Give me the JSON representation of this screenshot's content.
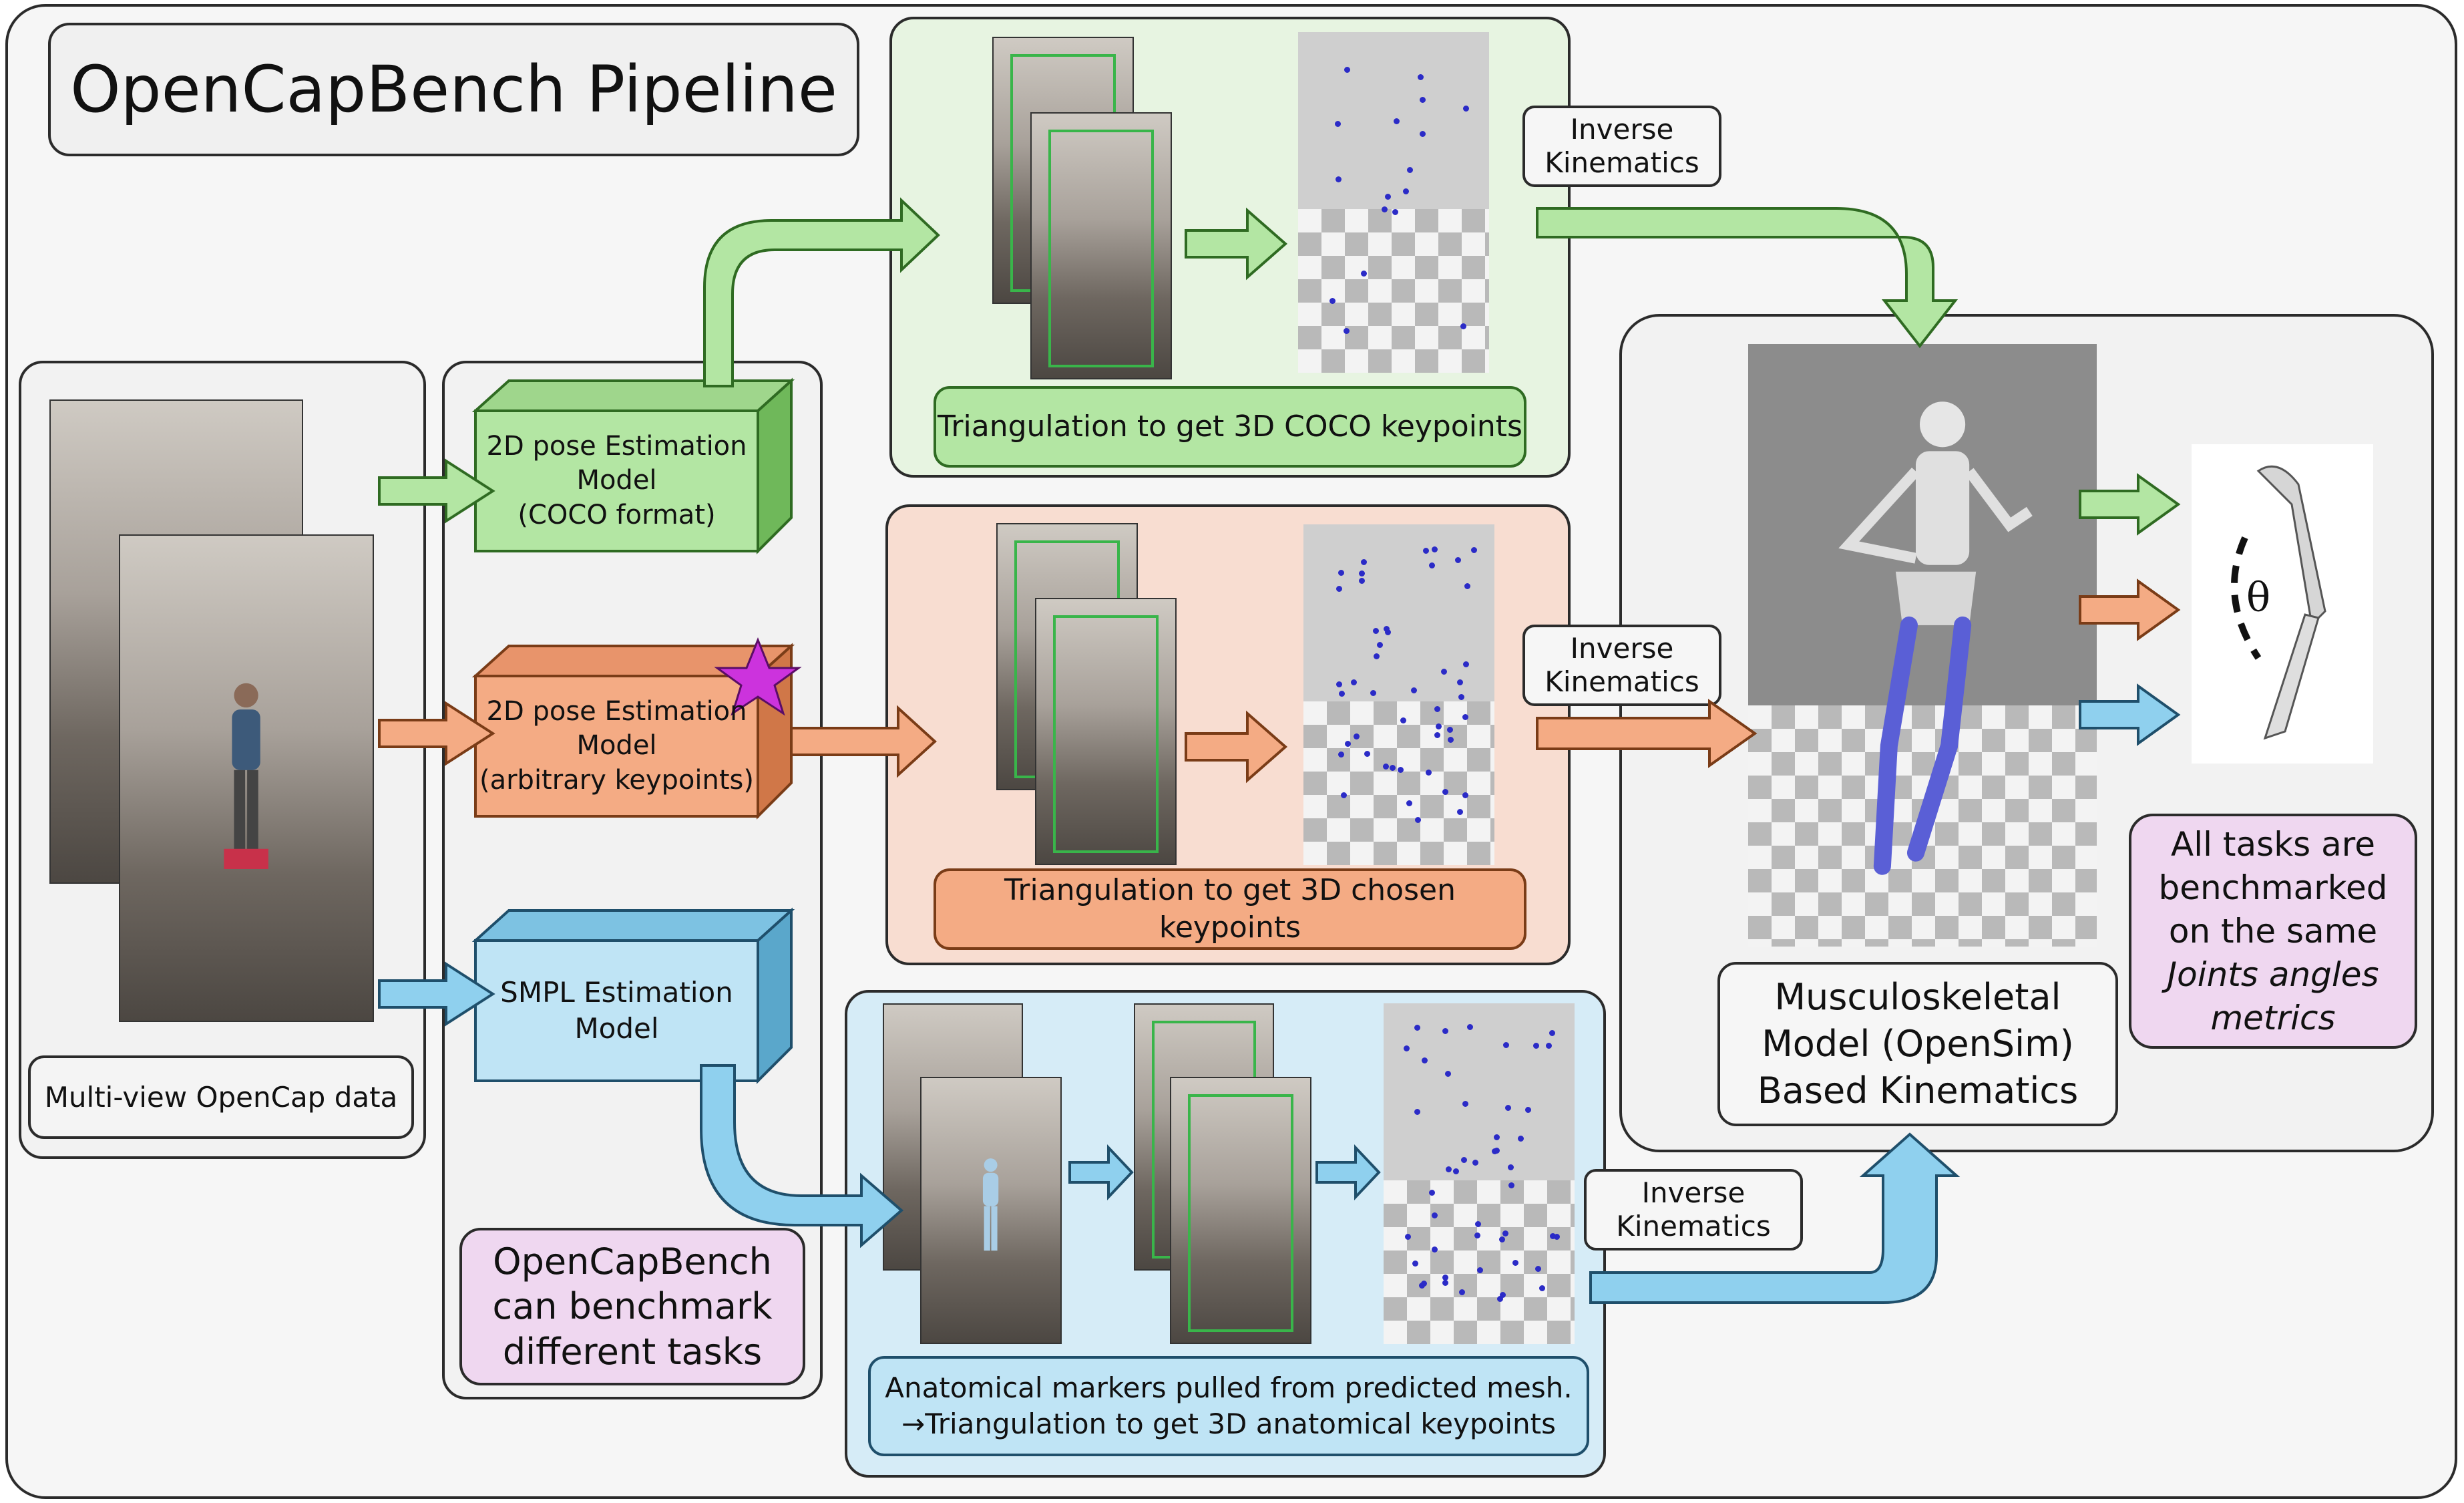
{
  "title": "OpenCapBench Pipeline",
  "colors": {
    "green_fill": "#b3e6a3",
    "green_stroke": "#2f6b22",
    "green_panel": "#e7f4e1",
    "orange_fill": "#f4ab84",
    "orange_stroke": "#7a3c17",
    "orange_panel": "#f8ddd1",
    "blue_fill": "#8fd0ee",
    "blue_stroke": "#1f4f6b",
    "blue_panel": "#d6ecf7",
    "pink_fill": "#efd7f0",
    "panel_grey": "#f4f4f4",
    "outer_bg": "#f6f6f6",
    "star": "#cc33dd",
    "marker_dot": "#2b2bc7"
  },
  "input": {
    "caption": "Multi-view OpenCap data"
  },
  "models": {
    "coco": [
      "2D pose Estimation",
      "Model",
      "(COCO format)"
    ],
    "arbitrary": [
      "2D pose Estimation",
      "Model",
      "(arbitrary keypoints)"
    ],
    "smpl": [
      "SMPL Estimation",
      "Model"
    ]
  },
  "note_left": [
    "OpenCapBench",
    "can benchmark",
    "different tasks"
  ],
  "triangulation": {
    "coco": "Triangulation to get 3D COCO keypoints",
    "chosen": "Triangulation to get 3D chosen keypoints",
    "anatomical": [
      "Anatomical markers pulled from predicted mesh.",
      "→Triangulation to get 3D anatomical keypoints"
    ]
  },
  "ik": {
    "top": [
      "Inverse",
      "Kinematics"
    ],
    "mid": [
      "Inverse",
      "Kinematics"
    ],
    "bottom": [
      "Inverse",
      "Kinematics"
    ]
  },
  "musculo": [
    "Musculoskeletal",
    "Model (OpenSim)",
    "Based Kinematics"
  ],
  "note_right": [
    "All tasks are",
    "benchmarked",
    "on the same",
    "Joints angles",
    "metrics"
  ],
  "theta_symbol": "θ"
}
